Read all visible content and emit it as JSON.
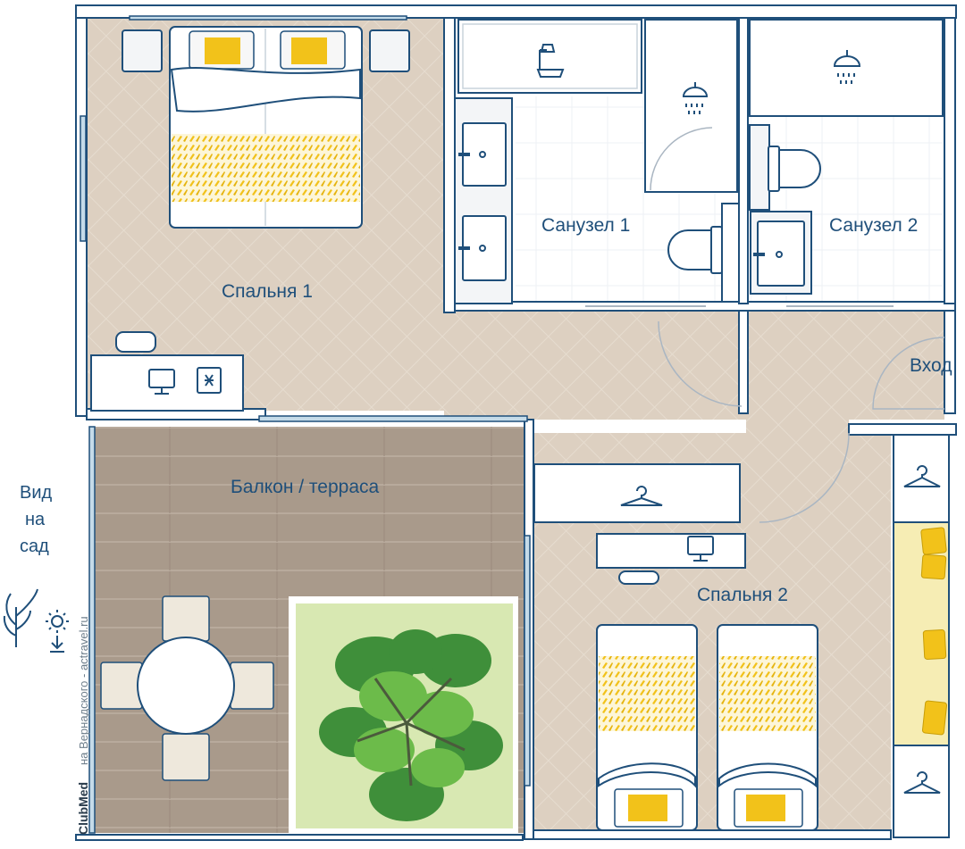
{
  "rooms": {
    "bedroom1": "Спальня 1",
    "bathroom1": "Санузел 1",
    "bathroom2": "Санузел 2",
    "entrance": "Вход",
    "balcony": "Балкон / терраса",
    "bedroom2": "Спальня 2"
  },
  "view_label": {
    "line1": "Вид",
    "line2": "на",
    "line3": "сад"
  },
  "credit": {
    "brand": "ClubMed",
    "text": "на Вернадского - actravel.ru"
  },
  "icons": [
    "bathtub-shower-icon",
    "shower-icon",
    "toilet-icon",
    "sink-icon",
    "monitor-icon",
    "safe-icon",
    "hanger-icon",
    "plant-icon",
    "sun-icon",
    "palm-tree-icon"
  ],
  "colors": {
    "floor": "#ddd0c1",
    "bath_floor": "#ffffff",
    "wall": "#ffffff",
    "wall_outline": "#1f4f7a",
    "terrace": "#a99a8b",
    "garden": "#d8e8b2",
    "accent": "#f2c21a",
    "text": "#1f4f7a"
  }
}
